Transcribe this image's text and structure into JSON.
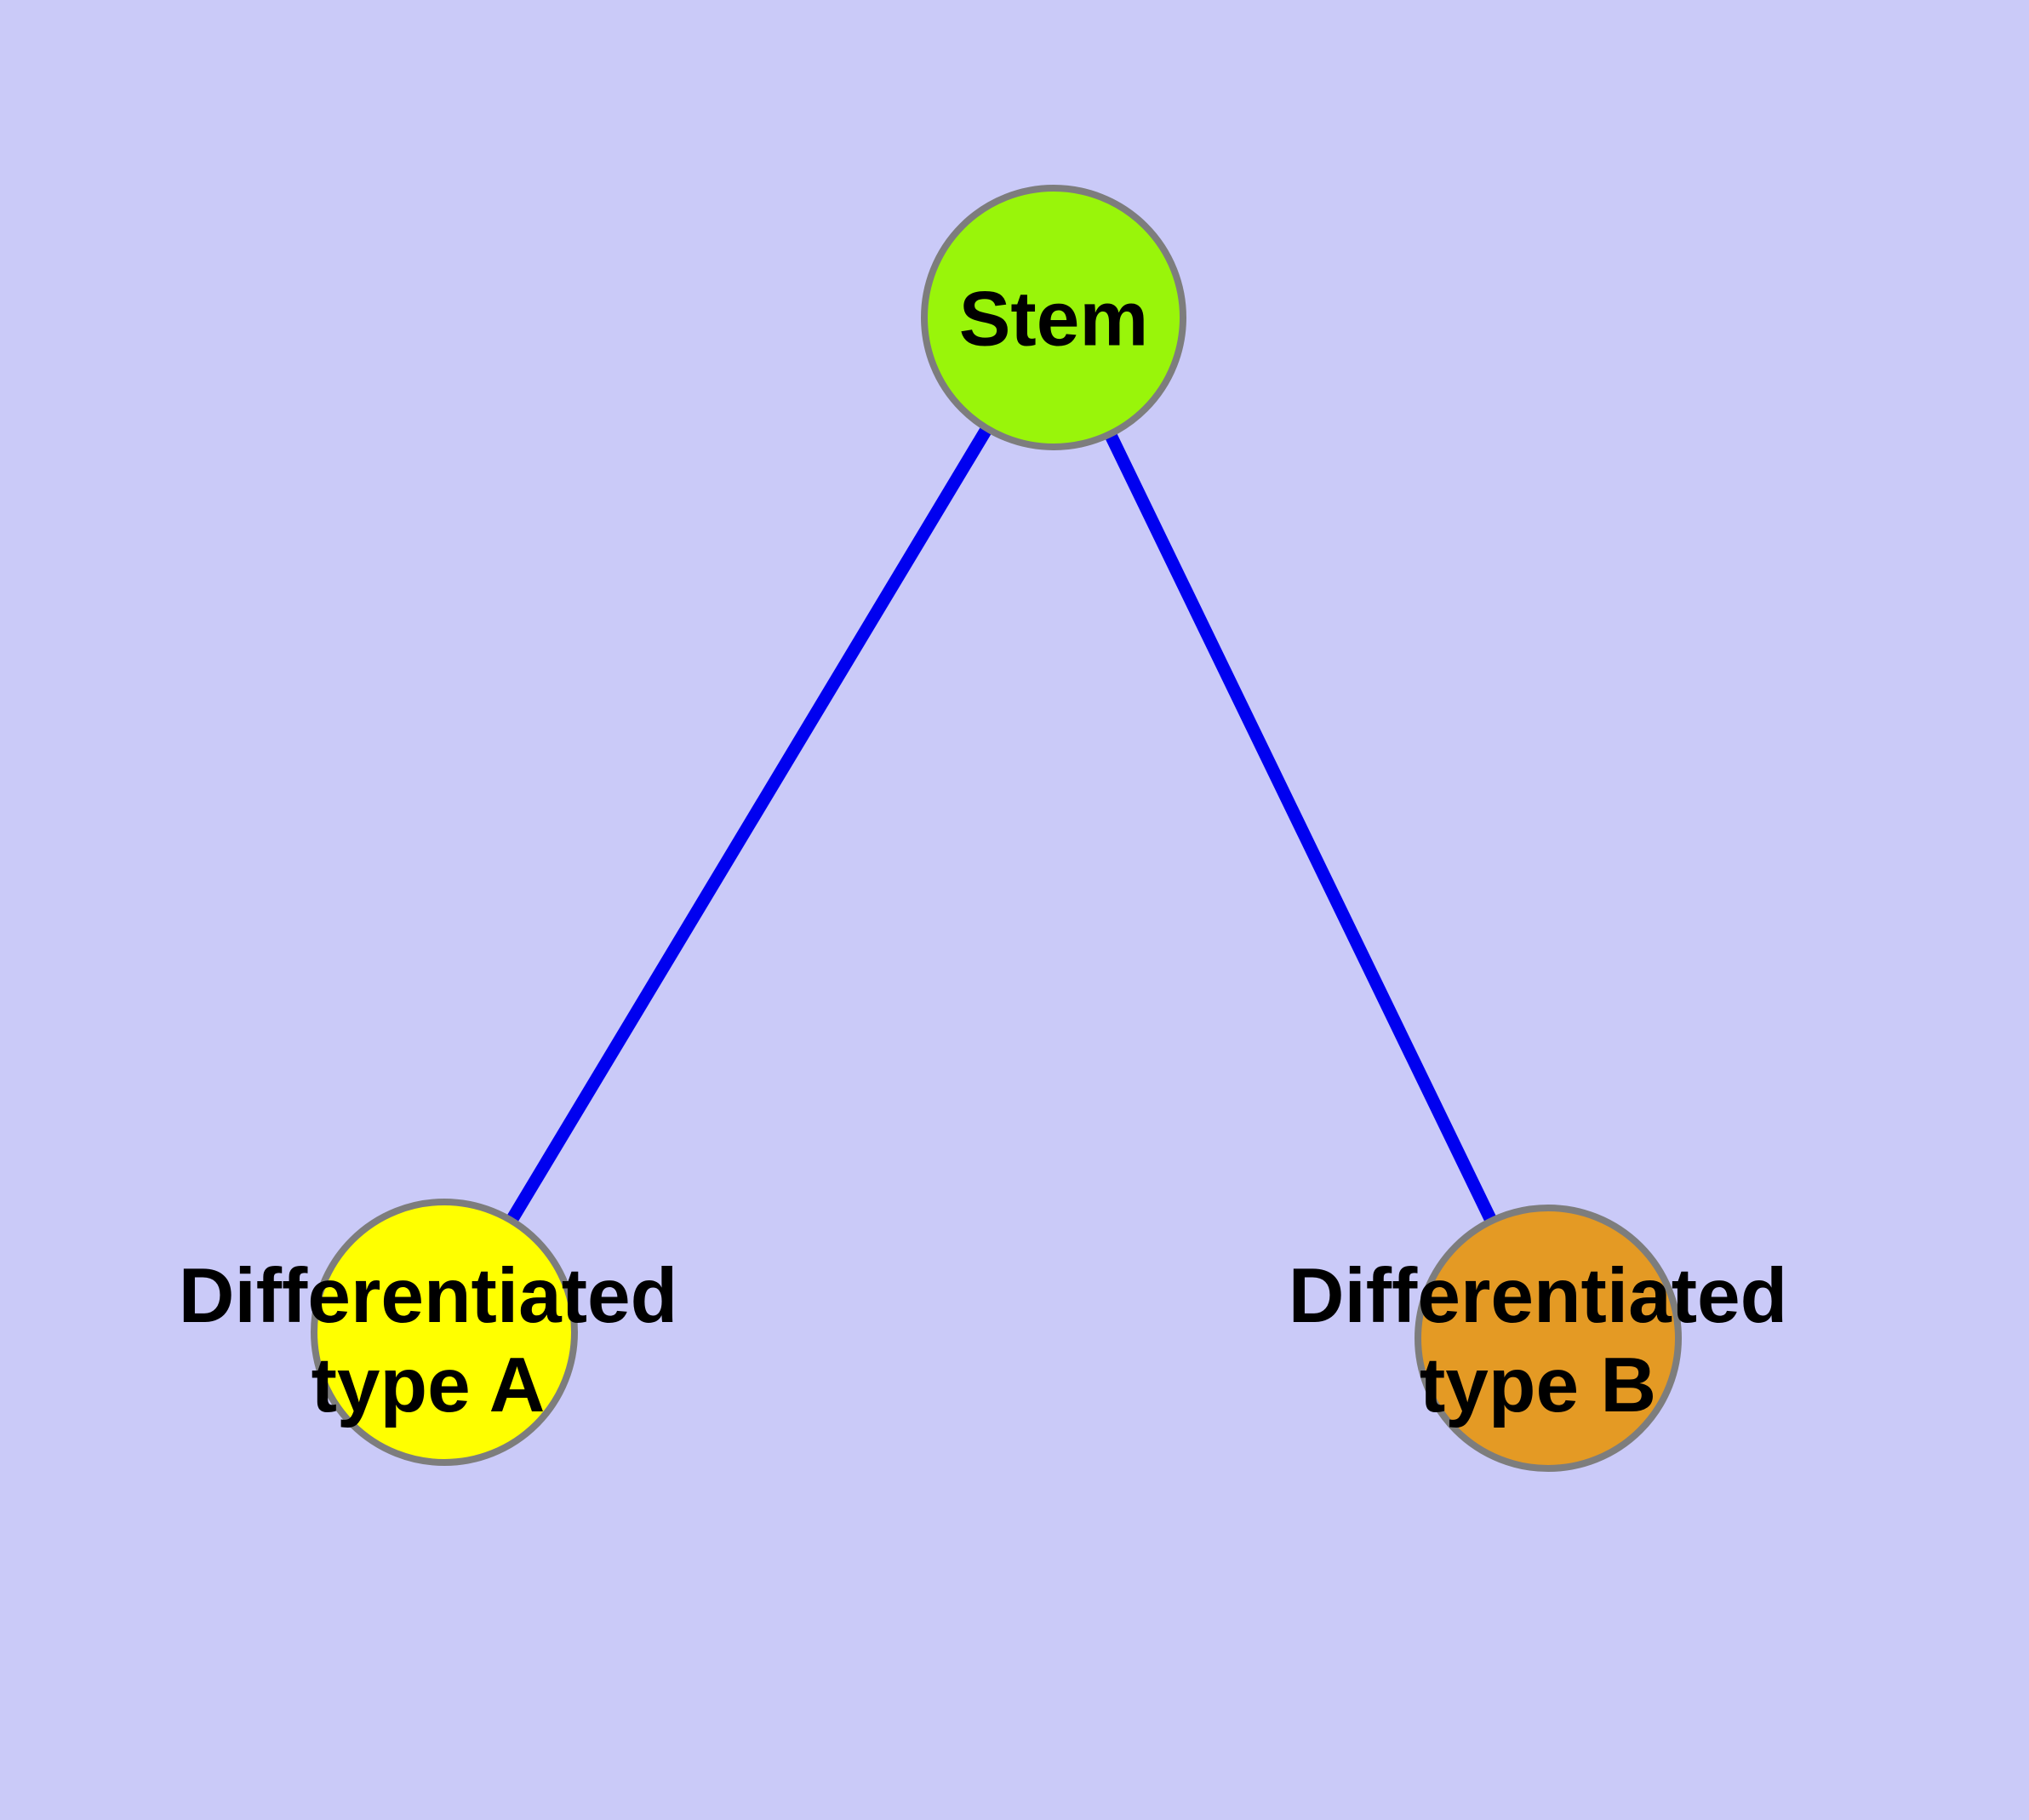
{
  "diagram": {
    "type": "node-link-graph",
    "title": "Stem cell differentiation diagram",
    "background_color": "#cacaf8",
    "text_color": "#000000"
  },
  "nodes": [
    {
      "id": "stem",
      "label": "Stem",
      "label_lines": [
        "Stem"
      ],
      "fill_color": "#99f50a",
      "border_color": "#7d7d7d"
    },
    {
      "id": "differentiated-type-a",
      "label": "Differentiated type A",
      "label_lines": [
        "Differentiated",
        "type A"
      ],
      "fill_color": "#ffff00",
      "border_color": "#7d7d7d"
    },
    {
      "id": "differentiated-type-b",
      "label": "Differentiated type B",
      "label_lines": [
        "Differentiated",
        "type B"
      ],
      "fill_color": "#e49a24",
      "border_color": "#7d7d7d"
    }
  ],
  "edges": [
    {
      "from": "stem",
      "to": "differentiated-type-a",
      "color": "#0000f0"
    },
    {
      "from": "stem",
      "to": "differentiated-type-b",
      "color": "#0000f0"
    }
  ]
}
